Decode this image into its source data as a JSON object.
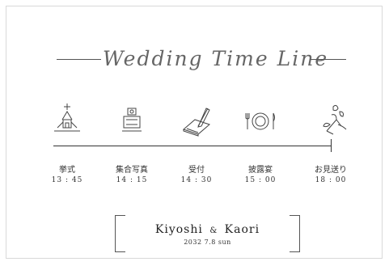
{
  "title": "Wedding Time Line",
  "events": [
    {
      "label": "挙式",
      "time": "13 : 45",
      "icon": "church-icon"
    },
    {
      "label": "集合写真",
      "time": "14 : 15",
      "icon": "camera-icon"
    },
    {
      "label": "受付",
      "time": "14 : 30",
      "icon": "guestbook-pen-icon"
    },
    {
      "label": "披露宴",
      "time": "15 : 00",
      "icon": "dinner-plate-icon"
    },
    {
      "label": "お見送り",
      "time": "18 : 00",
      "icon": "flower-bouquet-icon"
    }
  ],
  "couple": {
    "groom": "Kiyoshi",
    "ampersand": "&",
    "bride": "Kaori"
  },
  "date": "2032 7.8 sun",
  "colors": {
    "line": "#333333",
    "text": "#222222",
    "background": "#ffffff"
  }
}
